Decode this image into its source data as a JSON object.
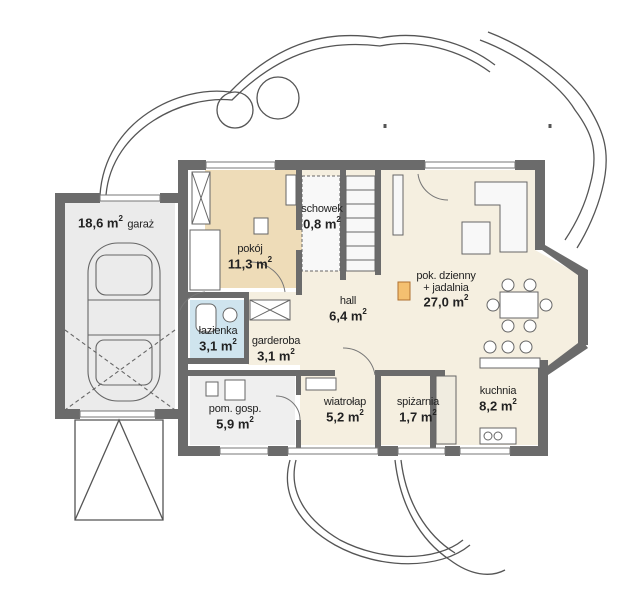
{
  "rooms": {
    "garaz": {
      "name": "garaż",
      "area": "18,6 m",
      "sup": "2"
    },
    "pokoj": {
      "name": "pokój",
      "area": "11,3 m",
      "sup": "2"
    },
    "schowek": {
      "name": "schowek",
      "area": "0,8 m",
      "sup": "2"
    },
    "dzienny": {
      "name": "pok. dzienny",
      "name2": "+ jadalnia",
      "area": "27,0 m",
      "sup": "2"
    },
    "hall": {
      "name": "hall",
      "area": "6,4 m",
      "sup": "2"
    },
    "lazienka": {
      "name": "łazienka",
      "area": "3,1 m",
      "sup": "2"
    },
    "garderoba": {
      "name": "garderoba",
      "area": "3,1 m",
      "sup": "2"
    },
    "pomgosp": {
      "name": "pom. gosp.",
      "area": "5,9 m",
      "sup": "2"
    },
    "wiatrolap": {
      "name": "wiatrołap",
      "area": "5,2 m",
      "sup": "2"
    },
    "spizarnia": {
      "name": "spiżarnia",
      "area": "1,7 m",
      "sup": "2"
    },
    "kuchnia": {
      "name": "kuchnia",
      "area": "8,2 m",
      "sup": "2"
    }
  },
  "colors": {
    "wall": "#6b6b6b",
    "floor_day": "#f5efe0",
    "floor_room": "#eedcb8",
    "floor_bath": "#cfe4ee",
    "floor_garage": "#ebebeb",
    "line": "#555555"
  }
}
